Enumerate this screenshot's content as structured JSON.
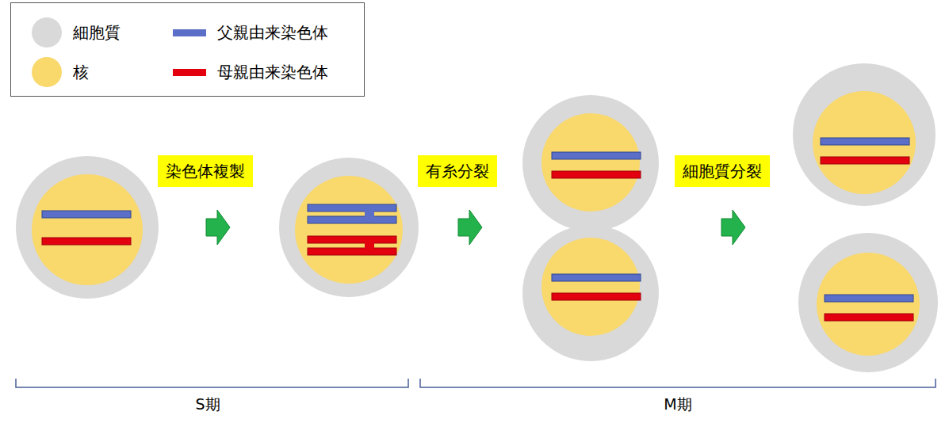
{
  "diagram": {
    "nodes": [
      {
        "text": [
          "染色体複製"
        ]
      },
      {
        "text": [
          "有糸分裂"
        ]
      },
      {
        "text": [
          "細胞質分裂"
        ]
      }
    ],
    "labels": [
      "S期",
      "M期"
    ],
    "legend": [
      {
        "text": "細胞質",
        "color": "#d9d9d9"
      },
      {
        "text": "核",
        "color": "#f9d86c"
      },
      {
        "text": "父親由来染色体",
        "color": "#5b6fc8"
      },
      {
        "text": "母親由来染色体",
        "color": "#e3000f"
      }
    ]
  }
}
